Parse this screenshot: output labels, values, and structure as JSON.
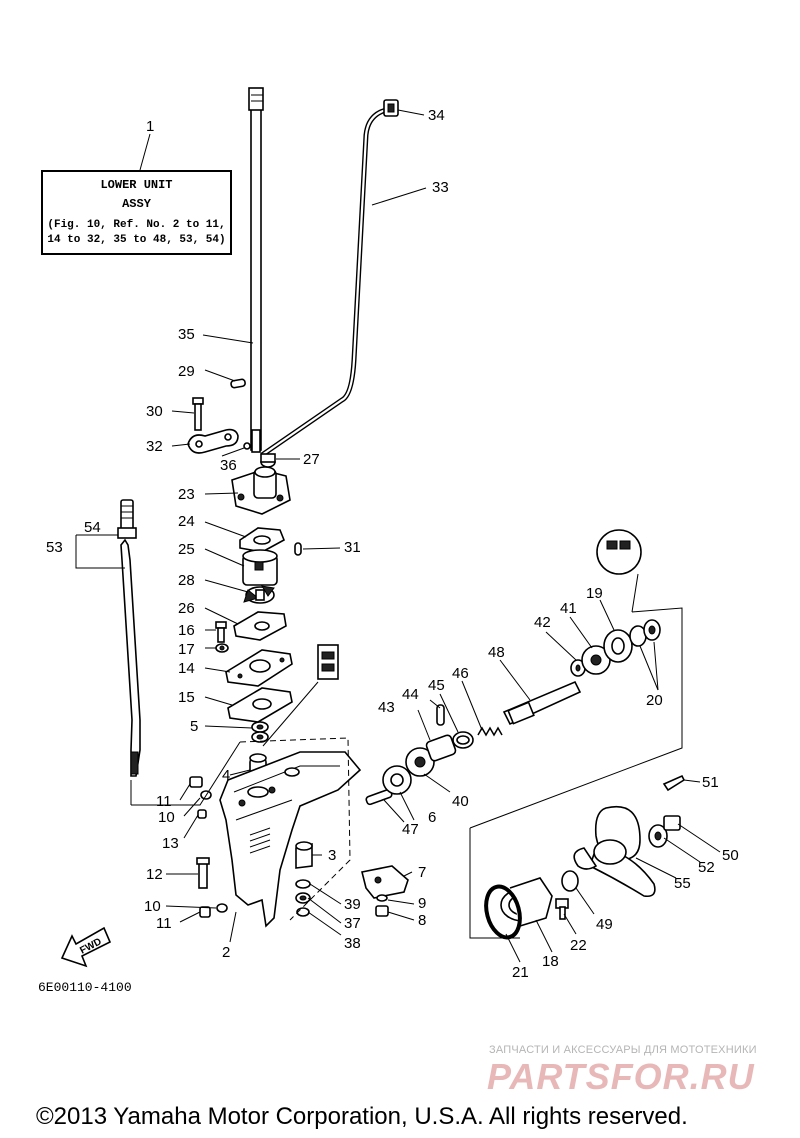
{
  "assy_box": {
    "line1": "LOWER UNIT",
    "line2": "ASSY",
    "line3": "(Fig. 10, Ref. No. 2 to 11,",
    "line4": "14 to 32, 35 to 48, 53, 54)"
  },
  "callouts": [
    "1",
    "2",
    "3",
    "4",
    "5",
    "6",
    "7",
    "8",
    "9",
    "10",
    "11",
    "12",
    "13",
    "14",
    "15",
    "16",
    "17",
    "18",
    "19",
    "20",
    "21",
    "22",
    "23",
    "24",
    "25",
    "26",
    "27",
    "28",
    "29",
    "30",
    "31",
    "32",
    "33",
    "34",
    "35",
    "36",
    "37",
    "38",
    "39",
    "40",
    "41",
    "42",
    "43",
    "44",
    "45",
    "46",
    "47",
    "48",
    "49",
    "50",
    "51",
    "52",
    "53",
    "54",
    "55"
  ],
  "labels": {
    "c1": "1",
    "c2": "2",
    "c3": "3",
    "c4": "4",
    "c5": "5",
    "c6": "6",
    "c7": "7",
    "c8": "8",
    "c9": "9",
    "c10a": "10",
    "c10b": "10",
    "c11a": "11",
    "c11b": "11",
    "c12": "12",
    "c13": "13",
    "c14": "14",
    "c15": "15",
    "c16": "16",
    "c17": "17",
    "c18": "18",
    "c19": "19",
    "c20": "20",
    "c21": "21",
    "c22": "22",
    "c23": "23",
    "c24": "24",
    "c25": "25",
    "c26": "26",
    "c27": "27",
    "c28": "28",
    "c29": "29",
    "c30": "30",
    "c31": "31",
    "c32": "32",
    "c33": "33",
    "c34": "34",
    "c35": "35",
    "c36": "36",
    "c37": "37",
    "c38": "38",
    "c39": "39",
    "c40": "40",
    "c41": "41",
    "c42": "42",
    "c43": "43",
    "c44": "44",
    "c45": "45",
    "c46": "46",
    "c47": "47",
    "c48": "48",
    "c49": "49",
    "c50": "50",
    "c51": "51",
    "c52": "52",
    "c53": "53",
    "c54": "54",
    "c55": "55"
  },
  "fwd_label": "FWD",
  "diagram_code": "6E00110-4100",
  "watermark_text": "ЗАПЧАСТИ И АКСЕССУАРЫ ДЛЯ МОТОТЕХНИКИ",
  "watermark_logo": "PARTSFOR.RU",
  "copyright": "©2013 Yamaha Motor Corporation, U.S.A. All rights reserved."
}
